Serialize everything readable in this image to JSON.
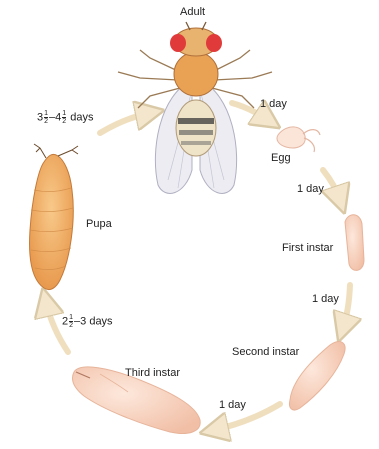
{
  "title": "Adult",
  "stages": {
    "adult": "Adult",
    "egg": "Egg",
    "first_instar": "First instar",
    "second_instar": "Second instar",
    "third_instar": "Third instar",
    "pupa": "Pupa"
  },
  "durations": {
    "adult_to_egg": "1 day",
    "egg_to_first": "1 day",
    "first_to_second": "1 day",
    "second_to_third": "1 day",
    "third_to_pupa": {
      "whole": "2",
      "num": "1",
      "den": "2",
      "rest": "–3 days"
    },
    "pupa_to_adult": {
      "whole": "3",
      "num": "1",
      "den": "2",
      "mid": "–4",
      "num2": "1",
      "den2": "2",
      "rest": " days"
    }
  },
  "colors": {
    "arrow": "#f3e6cc",
    "arrow_stroke": "#d9c9a6",
    "larva": "#f7d2c0",
    "pupa": "#f2b06a",
    "fly_body": "#e7a35a",
    "fly_eye": "#e03a3a",
    "wing": "#e9e9ef"
  }
}
